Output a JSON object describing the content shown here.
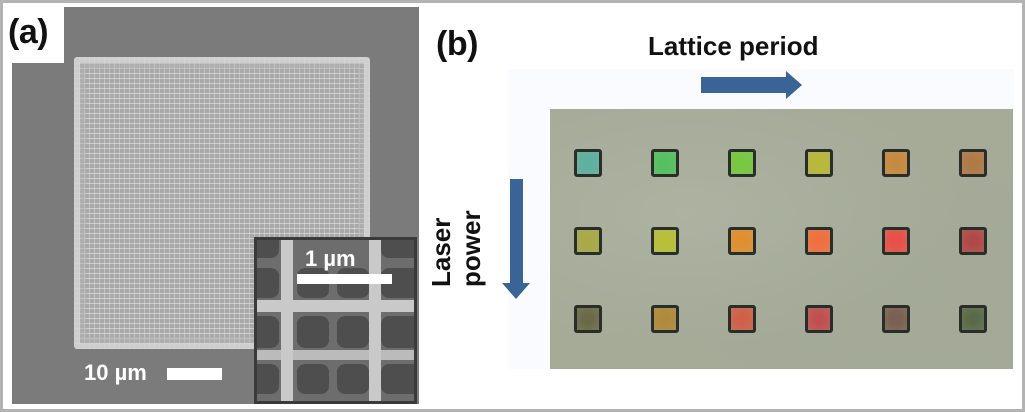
{
  "figure": {
    "panels": [
      {
        "id": "a",
        "label": "(a)",
        "type": "SEM micrograph",
        "scale_bar_main": "10 µm",
        "inset": {
          "scale_bar": "1 µm"
        }
      },
      {
        "id": "b",
        "label": "(b)",
        "type": "optical micrograph",
        "x_axis_label": "Lattice period",
        "y_axis_label_line1": "Laser",
        "y_axis_label_line2": "power",
        "grid": {
          "rows": 3,
          "cols": 6,
          "colors": [
            [
              "#5fb0a0",
              "#55c060",
              "#78c840",
              "#b8b83a",
              "#c88a40",
              "#b07a48"
            ],
            [
              "#a8aa48",
              "#b8c038",
              "#e09030",
              "#f07040",
              "#e85048",
              "#b04848"
            ],
            [
              "#6a6a48",
              "#b08a3c",
              "#d06048",
              "#c05050",
              "#7a6050",
              "#5a6a48"
            ]
          ]
        }
      }
    ],
    "colors": {
      "arrow": "#3a6496",
      "sem_background": "#7b7b7b",
      "photo_background": "#a6ab98"
    }
  }
}
